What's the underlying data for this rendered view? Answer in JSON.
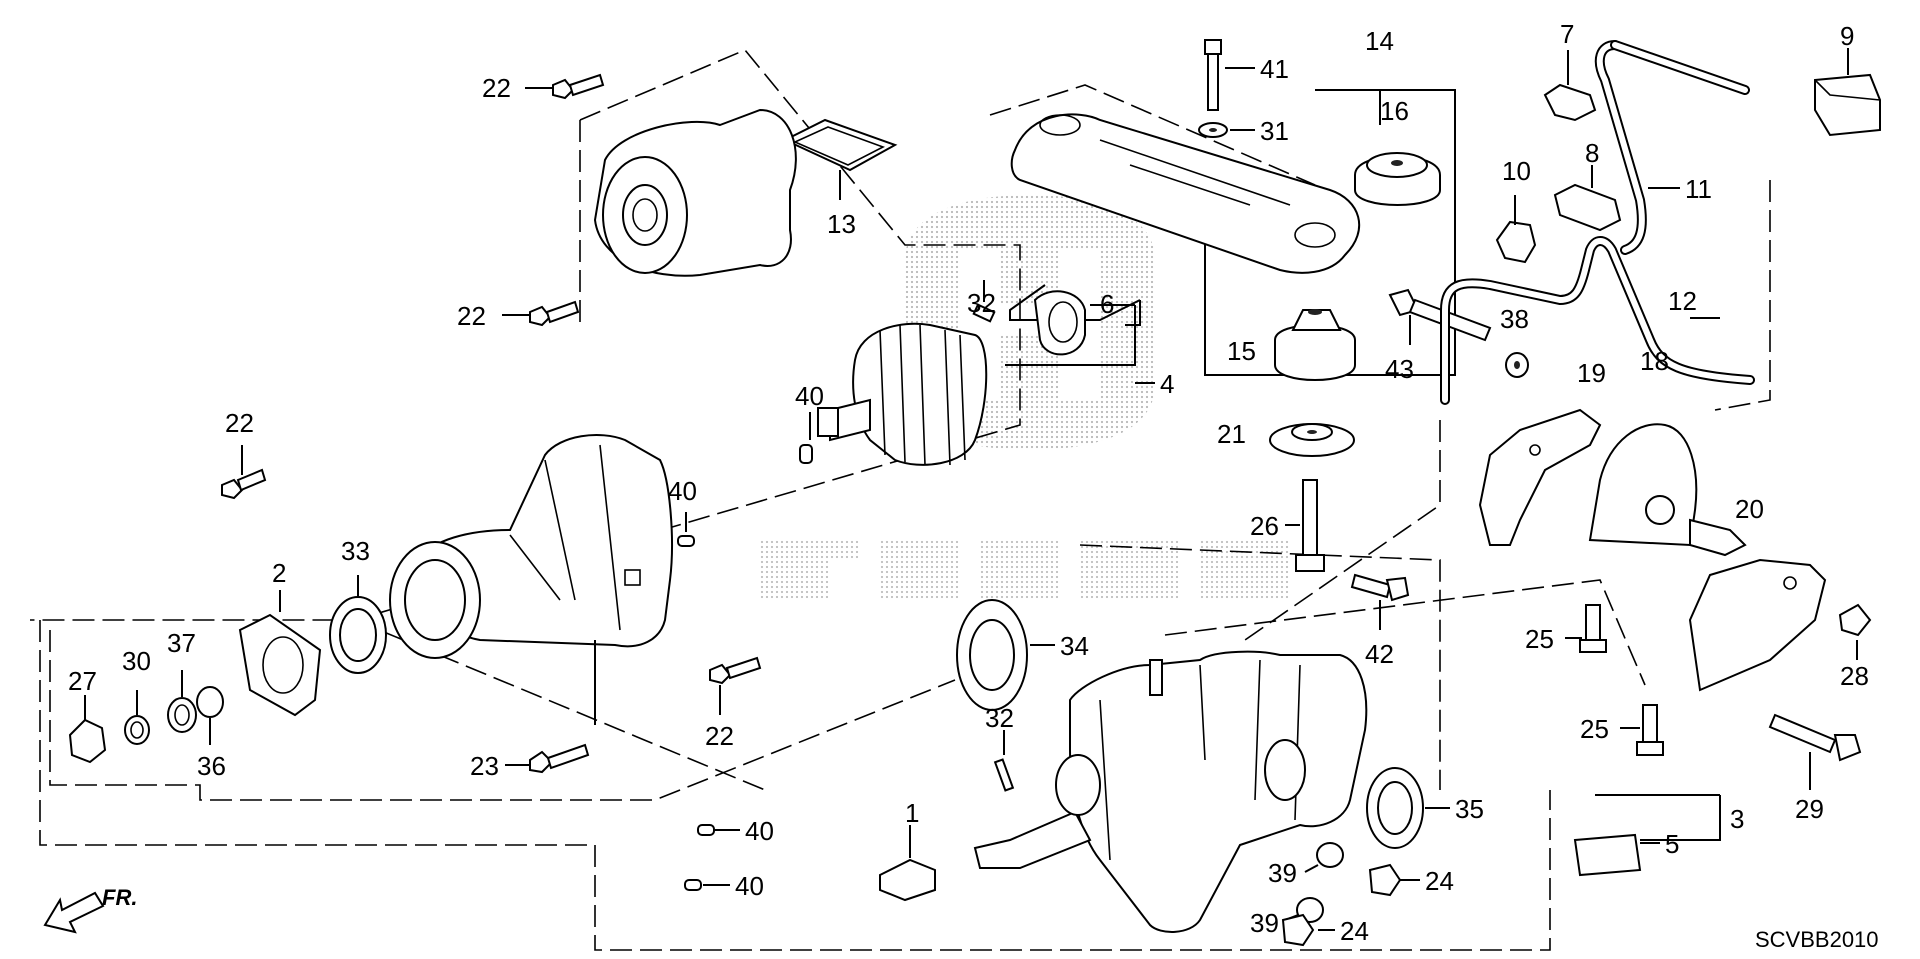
{
  "diagram": {
    "code": "SCVBB2010",
    "direction_label": "FR.",
    "callouts": [
      "1",
      "2",
      "3",
      "4",
      "5",
      "6",
      "7",
      "8",
      "9",
      "10",
      "11",
      "12",
      "13",
      "14",
      "15",
      "16",
      "19",
      "18",
      "20",
      "21",
      "22",
      "23",
      "24",
      "25",
      "26",
      "27",
      "28",
      "29",
      "30",
      "31",
      "32",
      "33",
      "34",
      "35",
      "36",
      "37",
      "38",
      "39",
      "40",
      "41",
      "42",
      "43"
    ]
  }
}
